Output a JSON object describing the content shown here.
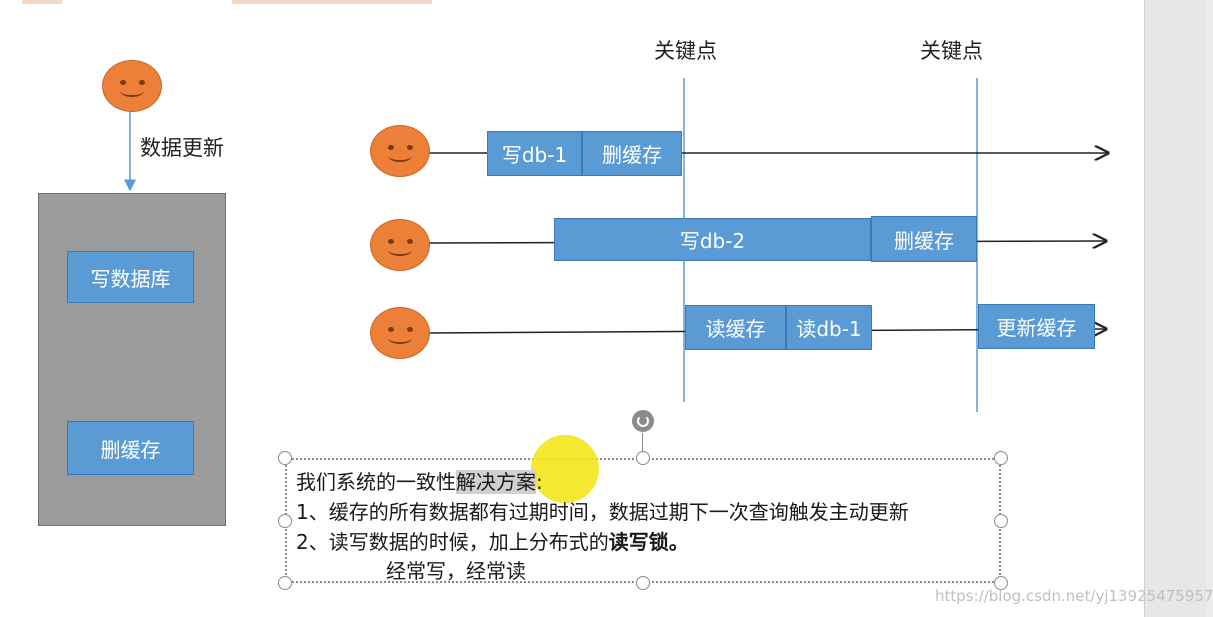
{
  "left_panel": {
    "update_label": "数据更新",
    "write_db_label": "写数据库",
    "delete_cache_label": "删缓存"
  },
  "keypoints": [
    "关键点",
    "关键点"
  ],
  "row1": {
    "write_label": "写db-1",
    "delete_label": "删缓存"
  },
  "row2": {
    "write_label": "写db-2",
    "delete_label": "删缓存"
  },
  "row3": {
    "read_cache_label": "读缓存",
    "read_db_label": "读db-1",
    "update_cache_label": "更新缓存"
  },
  "textbox": {
    "line1_a": "我们系统的一致性",
    "line1_hl": "解决方案",
    "line1_b": ":",
    "line2": "1、缓存的所有数据都有过期时间，数据过期下一次查询触发主动更新",
    "line3_a": "2、读写数据的时候，加上分布式的",
    "line3_bold": "读写锁。",
    "line4": "经常写，经常读"
  },
  "watermark": "https://blog.csdn.net/yj13925475957",
  "colors": {
    "box": "#5b9bd5",
    "face": "#ec8038",
    "panel": "#9b9b9b",
    "axis": "#5b9bd5",
    "cursor_highlight": "#f5e61a"
  }
}
